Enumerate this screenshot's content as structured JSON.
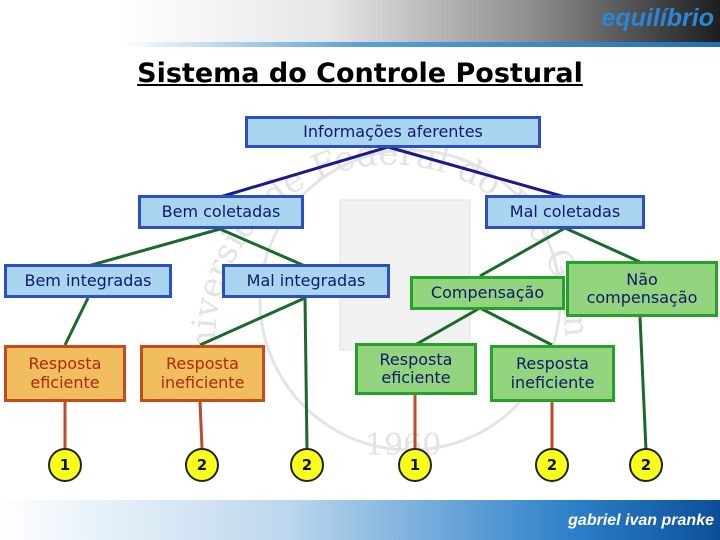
{
  "header": {
    "brand": "equilíbrio"
  },
  "title": "Sistema do Controle Postural",
  "footer": {
    "author": "gabriel ivan pranke"
  },
  "watermark": {
    "text": "Universidade Federal do Rio Grande do Sul",
    "year": "1960"
  },
  "colors": {
    "level1": "#a9d5f0",
    "level2": "#93d47e",
    "level3": "#f0bd5f",
    "circle": "#f8ff1a",
    "connector_top": "#1a1a8a",
    "connector_mid": "#1a6a2a",
    "connector_low": "#c04a2a"
  },
  "nodes": {
    "root": "Informações aferentes",
    "bem_coletadas": "Bem coletadas",
    "mal_coletadas": "Mal coletadas",
    "bem_integradas": "Bem integradas",
    "mal_integradas": "Mal integradas",
    "compensacao": "Compensação",
    "nao_compensacao": "Não compensação",
    "resp1": "Resposta eficiente",
    "resp2": "Resposta ineficiente",
    "resp3": "Resposta eficiente",
    "resp4": "Resposta ineficiente"
  },
  "outcomes": [
    "1",
    "2",
    "2",
    "1",
    "2",
    "2"
  ]
}
